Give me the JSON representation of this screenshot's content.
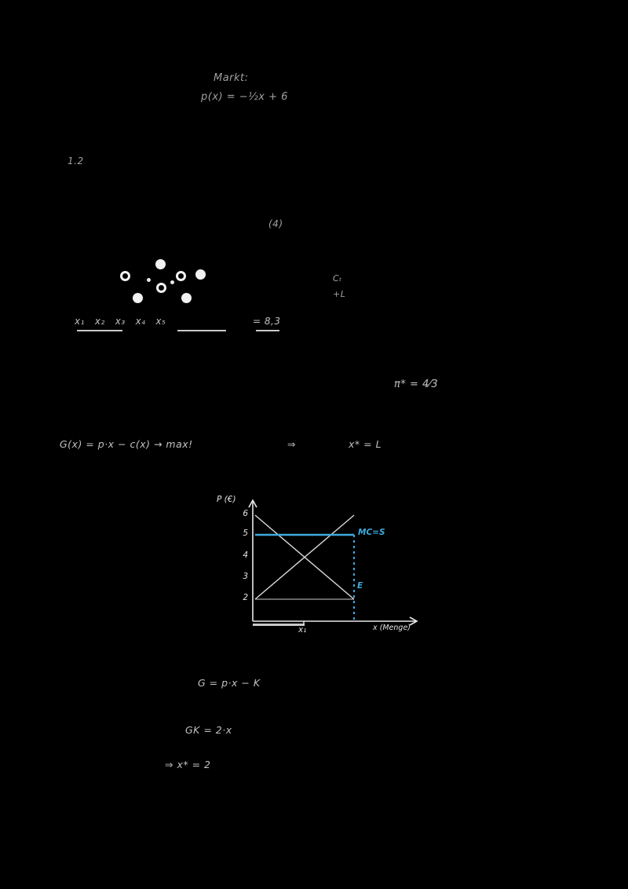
{
  "page": {
    "background": "#000000",
    "ink_color": "#d6d6d6",
    "accent_blue": "#3fa9dc",
    "description": "Handwritten notes on black background with supply-demand diagram"
  },
  "fragments": [
    {
      "text": "Markt:"
    },
    {
      "text": "p(x) = −½x + 6"
    },
    {
      "text": "1.2"
    },
    {
      "text": "(4)"
    },
    {
      "text": "x₁   x₂   x₃   x₄   x₅"
    },
    {
      "text": "= 8,3"
    },
    {
      "text": "Cₜ"
    },
    {
      "text": "+L"
    },
    {
      "text": "π* = 4⁄3"
    },
    {
      "text": "G(x) = p·x − c(x) → max!"
    },
    {
      "text": "⇒"
    },
    {
      "text": "x* = L"
    },
    {
      "text": "G = p·x − K"
    },
    {
      "text": "GK = 2·x"
    },
    {
      "text": "⇒ x* = 2"
    }
  ],
  "graph": {
    "ylabel": "P (€)",
    "yticks": [
      "6",
      "5",
      "4",
      "3",
      "2"
    ],
    "xticks": [
      "x₁"
    ],
    "xlabel": "x (Menge)",
    "mc_label": "MC=S",
    "eq_label": "E"
  },
  "chart_data": {
    "type": "line",
    "title": "",
    "xlabel": "x (Menge)",
    "ylabel": "P (€)",
    "ylim": [
      0,
      7
    ],
    "xlim": [
      0,
      8
    ],
    "grid": false,
    "yticks": [
      6,
      5,
      4,
      3,
      2
    ],
    "series": [
      {
        "name": "demand D",
        "x": [
          0,
          6
        ],
        "y": [
          6,
          2
        ],
        "color": "#d9d9d9"
      },
      {
        "name": "supply S",
        "x": [
          0,
          6
        ],
        "y": [
          2,
          6
        ],
        "color": "#d9d9d9"
      },
      {
        "name": "MC=S",
        "x": [
          0,
          6
        ],
        "y": [
          5,
          5
        ],
        "color": "#3fa9dc"
      },
      {
        "name": "P = 2",
        "x": [
          0,
          6
        ],
        "y": [
          2,
          2
        ],
        "color": "#cfcfcf"
      },
      {
        "name": "equilibrium quantity (dashed)",
        "x": [
          6,
          6
        ],
        "y": [
          0,
          5
        ],
        "color": "#3fa9dc",
        "style": "dashed"
      }
    ],
    "annotations": [
      {
        "text": "MC=S",
        "color": "#3fa9dc"
      },
      {
        "text": "E",
        "color": "#3fa9dc"
      },
      {
        "text": "x₁",
        "color": "#e2e2e2"
      }
    ],
    "legend_position": "none"
  }
}
